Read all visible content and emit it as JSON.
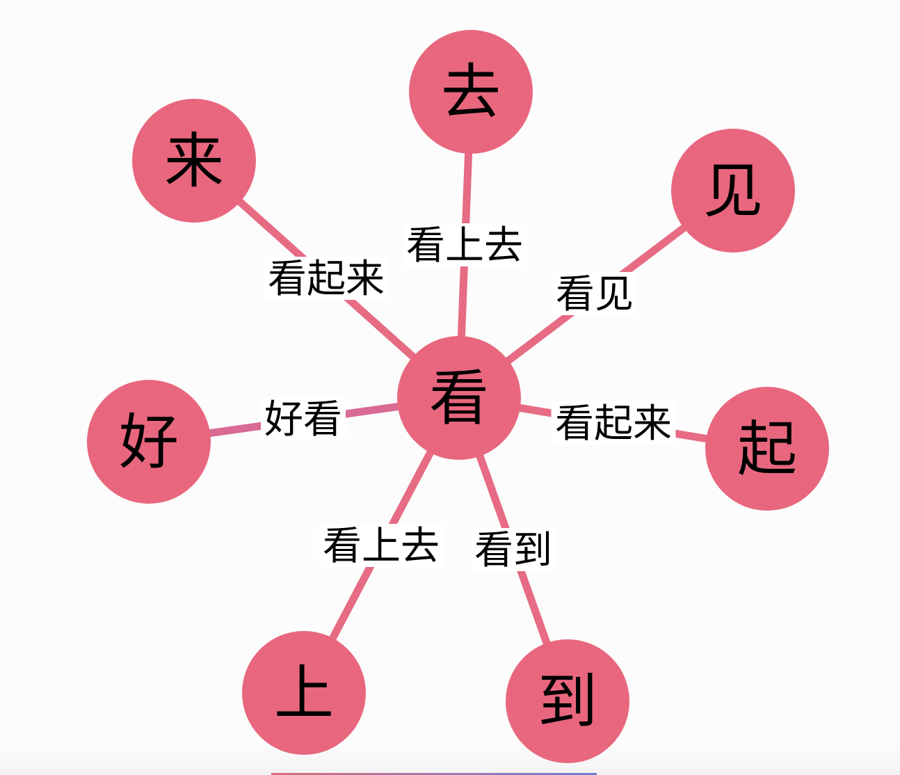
{
  "colors": {
    "node": "#e8677e",
    "edge": "#e66b83",
    "edge_alt": "#d86a93",
    "label_bg": "#ffffff",
    "text": "#000000"
  },
  "center": {
    "id": "kan",
    "label": "看"
  },
  "nodes": [
    {
      "id": "qu",
      "label": "去"
    },
    {
      "id": "lai",
      "label": "来"
    },
    {
      "id": "jian",
      "label": "见"
    },
    {
      "id": "hao",
      "label": "好"
    },
    {
      "id": "qi",
      "label": "起"
    },
    {
      "id": "shang",
      "label": "上"
    },
    {
      "id": "dao",
      "label": "到"
    }
  ],
  "edges": [
    {
      "to": "qu",
      "label": "看上去",
      "alt": false
    },
    {
      "to": "lai",
      "label": "看起来",
      "alt": false
    },
    {
      "to": "jian",
      "label": "看见",
      "alt": false
    },
    {
      "to": "hao",
      "label": "好看",
      "alt": true
    },
    {
      "to": "qi",
      "label": "看起来",
      "alt": false
    },
    {
      "to": "shang",
      "label": "看上去",
      "alt": false
    },
    {
      "to": "dao",
      "label": "看到",
      "alt": false
    }
  ]
}
